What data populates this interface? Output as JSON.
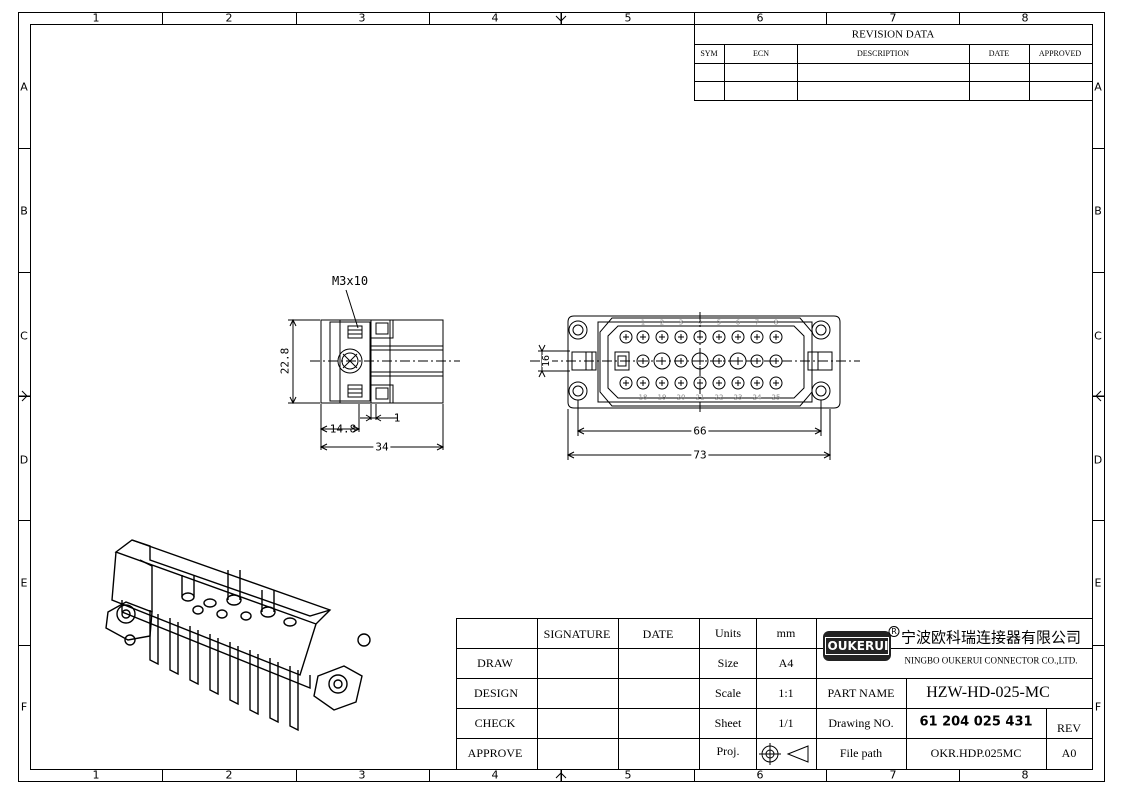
{
  "frame": {
    "columns": [
      "1",
      "2",
      "3",
      "4",
      "5",
      "6",
      "7",
      "8"
    ],
    "rows": [
      "A",
      "B",
      "C",
      "D",
      "E",
      "F"
    ]
  },
  "revision": {
    "title": "REVISION   DATA",
    "headers": [
      "SYM",
      "ECN",
      "DESCRIPTION",
      "DATE",
      "APPROVED"
    ]
  },
  "views": {
    "side": {
      "callout": "M3x10",
      "dim_height": "22.8",
      "dim_offset": "14.8",
      "dim_small": "1",
      "dim_length": "34"
    },
    "front": {
      "dim_height": "16",
      "dim_inner": "66",
      "dim_outer": "73",
      "pin_labels_top": [
        "1",
        "2",
        "3",
        "4",
        "5",
        "6",
        "7",
        "8"
      ],
      "pin_labels_bottom": [
        "18",
        "19",
        "20",
        "21",
        "22",
        "23",
        "24",
        "25"
      ]
    }
  },
  "title_block": {
    "signature_header": "SIGNATURE",
    "date_header": "DATE",
    "roles": [
      "DRAW",
      "DESIGN",
      "CHECK",
      "APPROVE"
    ],
    "units_label": "Units",
    "units_value": "mm",
    "size_label": "Size",
    "size_value": "A4",
    "scale_label": "Scale",
    "scale_value": "1:1",
    "sheet_label": "Sheet",
    "sheet_value": "1/1",
    "proj_label": "Proj.",
    "logo_text": "OUKERUI",
    "logo_mark": "R",
    "company_cn": "宁波欧科瑞连接器有限公司",
    "company_en": "NINGBO OUKERUI CONNECTOR CO.,LTD.",
    "part_name_label": "PART NAME",
    "part_name_value": "HZW-HD-025-MC",
    "drawing_no_label": "Drawing NO.",
    "drawing_no_value": "61 204 025 431",
    "rev_label": "REV",
    "file_path_label": "File path",
    "file_path_value": "OKR.HDP.025MC",
    "rev_value": "A0"
  }
}
